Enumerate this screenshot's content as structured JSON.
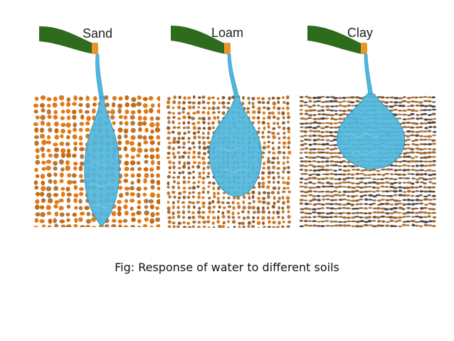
{
  "panels": [
    {
      "label": "Sand",
      "soil": "sand"
    },
    {
      "label": "Loam",
      "soil": "loam"
    },
    {
      "label": "Clay",
      "soil": "clay"
    }
  ],
  "caption": "Fig:  Response of water to different soils",
  "colors": {
    "hose_green": "#2e6b1c",
    "hose_light": "#3d8526",
    "nozzle": "#e8962a",
    "water": "#4fb6dd",
    "water_edge": "#2c95c3",
    "sand_grain": "#e07b1a",
    "loam_grain": "#b4783c",
    "clay_grain": "#9a6a3c",
    "clay_dark": "#4e4a4a"
  }
}
